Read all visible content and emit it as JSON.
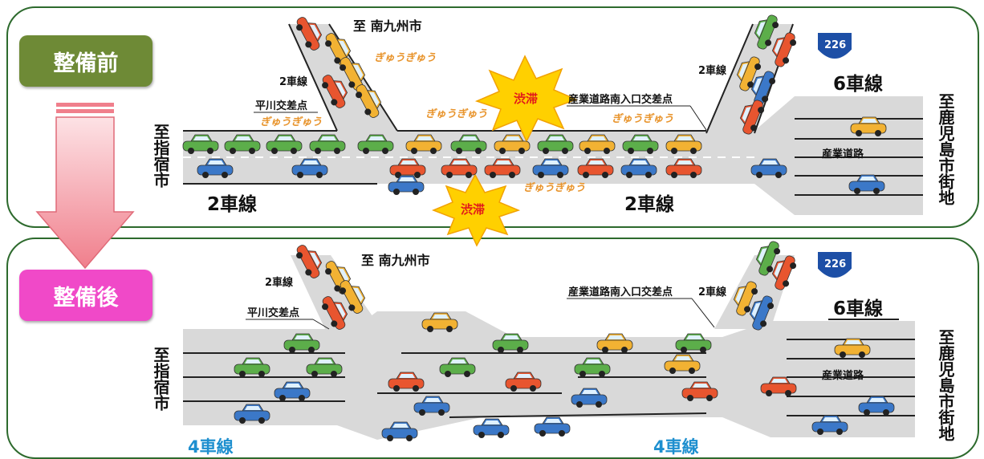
{
  "before": {
    "badge": "整備前",
    "to_minamikyushu": "至 南九州市",
    "left_lanes_label": "2車線",
    "right_lanes_label": "2車線",
    "six_lanes_label": "6車線",
    "side_two_lanes_left": "2車線",
    "side_two_lanes_right": "2車線",
    "hirakawa_intersection": "平川交差点",
    "sangyo_intersection": "産業道路南入口交差点",
    "sangyo_road": "産業道路",
    "congestion_1": "渋滞",
    "congestion_2": "渋滞",
    "gyuugyuu_1": "ぎゅうぎゅう",
    "gyuugyuu_2": "ぎゅうぎゅう",
    "gyuugyuu_3": "ぎゅうぎゅう",
    "gyuugyuu_4": "ぎゅうぎゅう",
    "gyuugyuu_5": "ぎゅうぎゅう",
    "to_ibusuki": "至指宿市",
    "to_kagoshima": "至鹿児島市街地",
    "route_number": "226"
  },
  "after": {
    "badge": "整備後",
    "to_minamikyushu": "至 南九州市",
    "left_lanes_label": "4車線",
    "right_lanes_label": "4車線",
    "six_lanes_label": "6車線",
    "side_two_lanes_left": "2車線",
    "side_two_lanes_right": "2車線",
    "hirakawa_intersection": "平川交差点",
    "sangyo_intersection": "産業道路南入口交差点",
    "sangyo_road": "産業道路",
    "to_ibusuki": "至指宿市",
    "to_kagoshima": "至鹿児島市街地",
    "route_number": "226"
  },
  "colors": {
    "panel_border": "#2d6a2d",
    "badge_before": "#6e8a36",
    "badge_after": "#f049c8",
    "road": "#d9d9d9",
    "car_green": "#5cae4a",
    "car_orange": "#f2b233",
    "car_red": "#e8552f",
    "car_blue": "#3b78c8",
    "congestion_burst": "#ffd000",
    "arrow": "#f29aa2"
  }
}
